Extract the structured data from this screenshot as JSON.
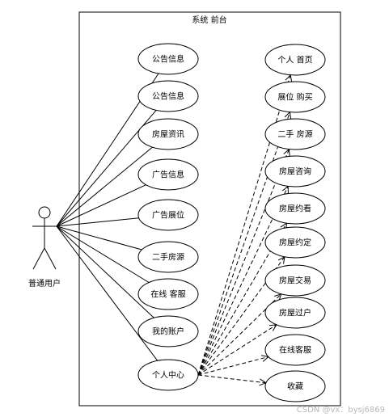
{
  "system": {
    "title": "系统 前台"
  },
  "actor": {
    "name": "普通用户"
  },
  "left_use_cases": [
    "公告信息",
    "公告信息",
    "房屋资讯",
    "广告信息",
    "广告展位",
    "二手房源",
    "在线 客服",
    "我的账户",
    "个人中心"
  ],
  "right_use_cases": [
    "个人 首页",
    "展位 购买",
    "二手 房源",
    "房屋咨询",
    "房屋约看",
    "房屋约定",
    "房屋交易",
    "房屋过户",
    "在线客服",
    "收藏"
  ],
  "watermark": "CSDN @vx：bysj6869"
}
